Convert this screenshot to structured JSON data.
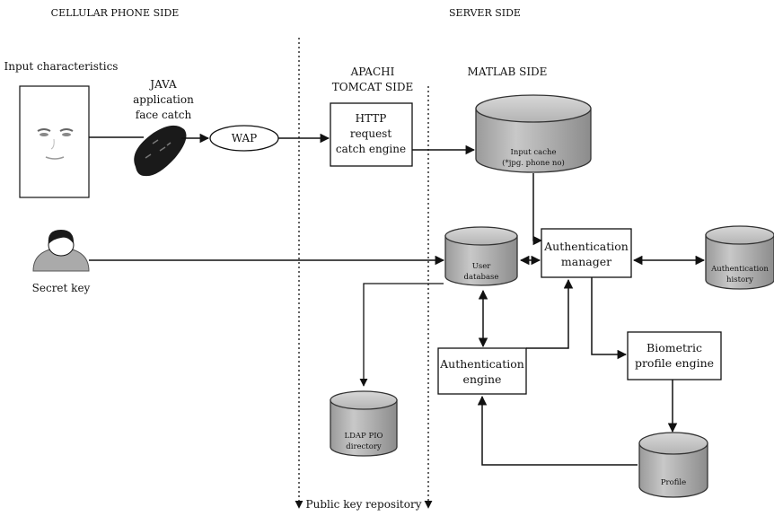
{
  "headers": {
    "cellular": "CELLULAR PHONE SIDE",
    "server": "SERVER SIDE",
    "apachi_line1": "APACHI",
    "apachi_line2": "TOMCAT SIDE",
    "matlab": "MATLAB SIDE"
  },
  "input": {
    "label": "Input characteristics"
  },
  "java": {
    "line1": "JAVA",
    "line2": "application",
    "line3": "face catch"
  },
  "wap": "WAP",
  "http": {
    "line1": "HTTP",
    "line2": "request",
    "line3": "catch engine"
  },
  "input_cache": {
    "line1": "Input cache",
    "line2": "(*jpg. phone no)"
  },
  "user_db": {
    "line1": "User",
    "line2": "database"
  },
  "auth_manager": {
    "line1": "Authentication",
    "line2": "manager"
  },
  "auth_history": {
    "line1": "Authentication",
    "line2": "history"
  },
  "secret_key": "Secret key",
  "auth_engine": {
    "line1": "Authentication",
    "line2": "engine"
  },
  "biometric": {
    "line1": "Biometric",
    "line2": "profile engine"
  },
  "ldap": {
    "line1": "LDAP PIO",
    "line2": "directory"
  },
  "profile": "Profile",
  "public_key": "Public key repository"
}
